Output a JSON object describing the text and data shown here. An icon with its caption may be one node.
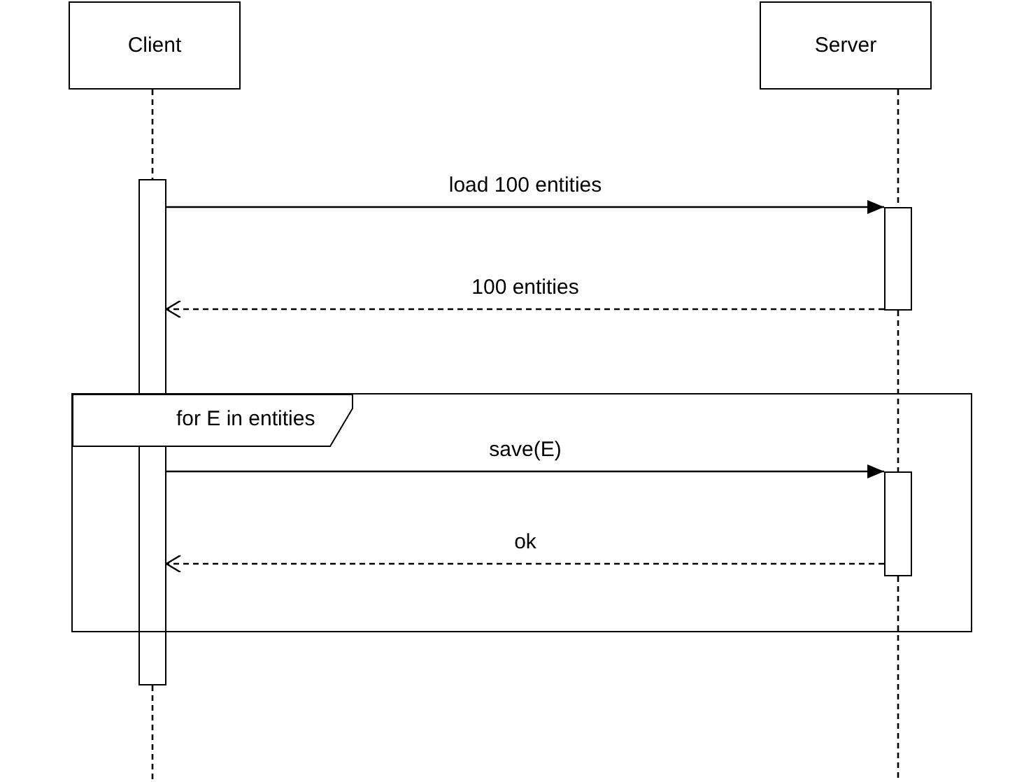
{
  "diagram": {
    "nodes": [
      {
        "text": [
          "Client"
        ]
      },
      {
        "text": [
          "Server"
        ]
      },
      {
        "text": [],
        "shape": "bar"
      },
      {
        "text": [],
        "shape": "bar"
      },
      {
        "text": [
          "for E in entities"
        ]
      },
      {
        "text": [],
        "shape": "bar",
        "in": 4
      }
    ],
    "edges": [
      {
        "from": 0,
        "to": 2,
        "arrow": "none",
        "style": "dashed"
      },
      {
        "from": 1,
        "to": 3,
        "arrow": "none",
        "style": "dashed"
      },
      {
        "from": 3,
        "to": 5,
        "arrow": "none",
        "style": "dashed"
      },
      {
        "from": 2,
        "to": null,
        "arrow": "none",
        "style": "dashed"
      },
      {
        "from": 5,
        "to": null,
        "arrow": "none",
        "style": "dashed"
      },
      {
        "from": 2,
        "to": 3,
        "arrow": "to",
        "label": "load 100 entities"
      },
      {
        "from": 3,
        "to": 2,
        "arrow": "to",
        "label": "100 entities",
        "style": "dashed"
      },
      {
        "from": 2,
        "to": 5,
        "arrow": "to",
        "label": "save(E)"
      },
      {
        "from": 5,
        "to": 2,
        "arrow": "to",
        "label": "ok",
        "style": "dashed"
      }
    ]
  }
}
